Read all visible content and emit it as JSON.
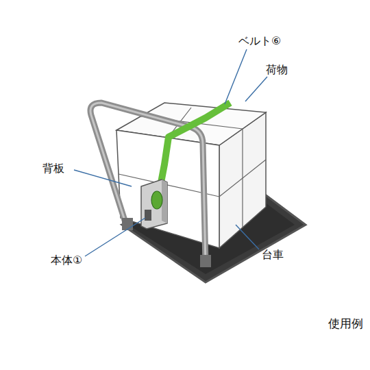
{
  "diagram": {
    "caption": "使用例",
    "labels": [
      "ベルト⑥",
      "荷物",
      "背板",
      "本体①",
      "台車"
    ]
  }
}
